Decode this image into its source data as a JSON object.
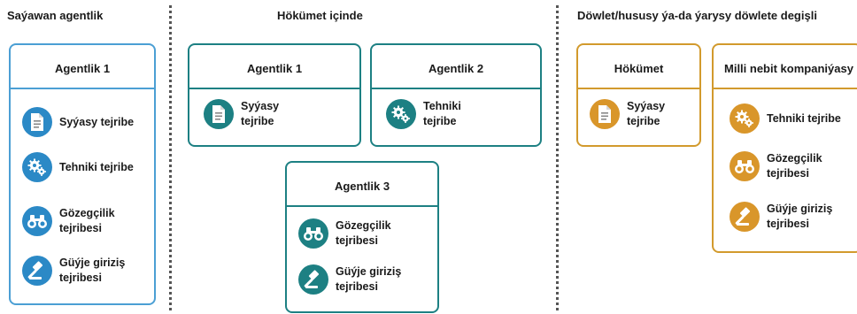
{
  "sections": [
    {
      "title": "Saýawan agentlik"
    },
    {
      "title": "Hökümet içinde"
    },
    {
      "title": "Döwlet/hususy ýa-da ýarysy döwlete degişli"
    }
  ],
  "boxes": {
    "s1_agency1": {
      "title": "Agentlik 1",
      "items": [
        {
          "icon": "document-icon",
          "label": "Syýasy tejribe"
        },
        {
          "icon": "gears-icon",
          "label": "Tehniki tejribe"
        },
        {
          "icon": "binoculars-icon",
          "label": "Gözegçilik tejribesi"
        },
        {
          "icon": "gavel-icon",
          "label": "Güýje giriziş tejribesi"
        }
      ]
    },
    "s2_agency1": {
      "title": "Agentlik 1",
      "items": [
        {
          "icon": "document-icon",
          "label": "Syýasy tejribe"
        }
      ]
    },
    "s2_agency2": {
      "title": "Agentlik 2",
      "items": [
        {
          "icon": "gears-icon",
          "label": "Tehniki tejribe"
        }
      ]
    },
    "s2_agency3": {
      "title": "Agentlik 3",
      "items": [
        {
          "icon": "binoculars-icon",
          "label": "Gözegçilik tejribesi"
        },
        {
          "icon": "gavel-icon",
          "label": "Güýje giriziş tejribesi"
        }
      ]
    },
    "s3_government": {
      "title": "Hökümet",
      "items": [
        {
          "icon": "document-icon",
          "label": "Syýasy tejribe"
        }
      ]
    },
    "s3_oil_company": {
      "title": "Milli nebit kompaniýasy",
      "items": [
        {
          "icon": "gears-icon",
          "label": "Tehniki tejribe"
        },
        {
          "icon": "binoculars-icon",
          "label": "Gözegçilik tejribesi"
        },
        {
          "icon": "gavel-icon",
          "label": "Güýje giriziş tejribesi"
        }
      ]
    }
  },
  "colors": {
    "blue": "#4b9fd4",
    "teal": "#1d8083",
    "gold": "#d29a2d"
  }
}
